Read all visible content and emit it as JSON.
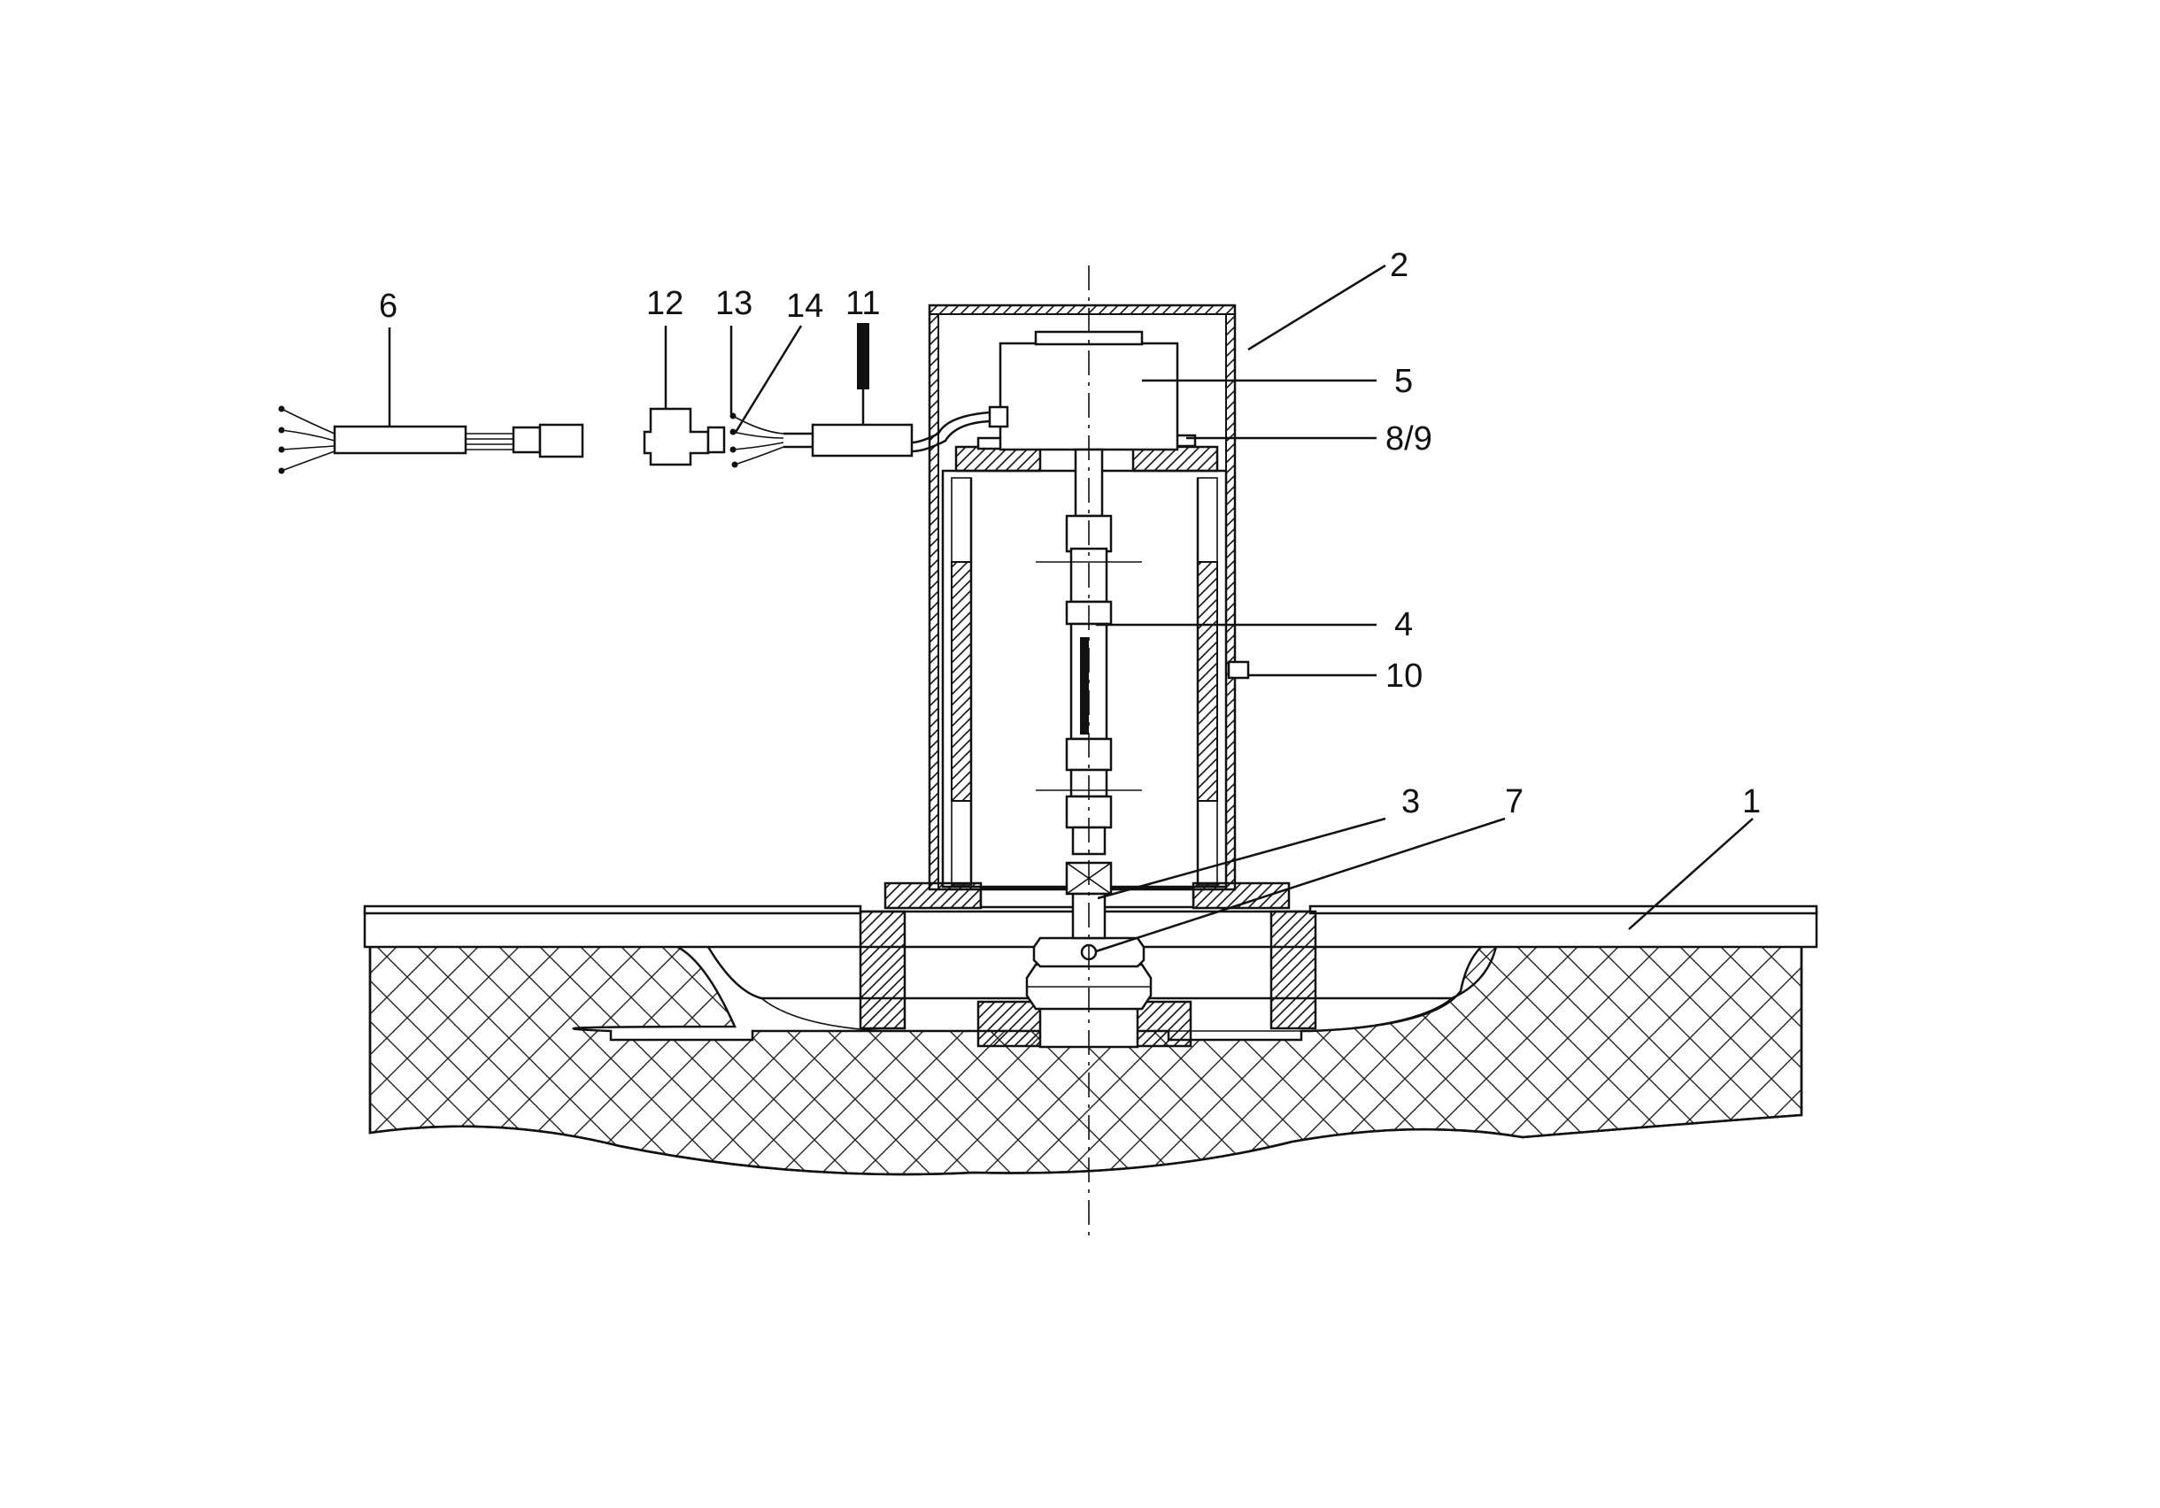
{
  "diagram": {
    "labels": {
      "l1": "1",
      "l2": "2",
      "l3": "3",
      "l4": "4",
      "l5": "5",
      "l6": "6",
      "l7": "7",
      "l89": "8/9",
      "l10": "10",
      "l11": "11",
      "l12": "12",
      "l13": "13",
      "l14": "14"
    }
  }
}
